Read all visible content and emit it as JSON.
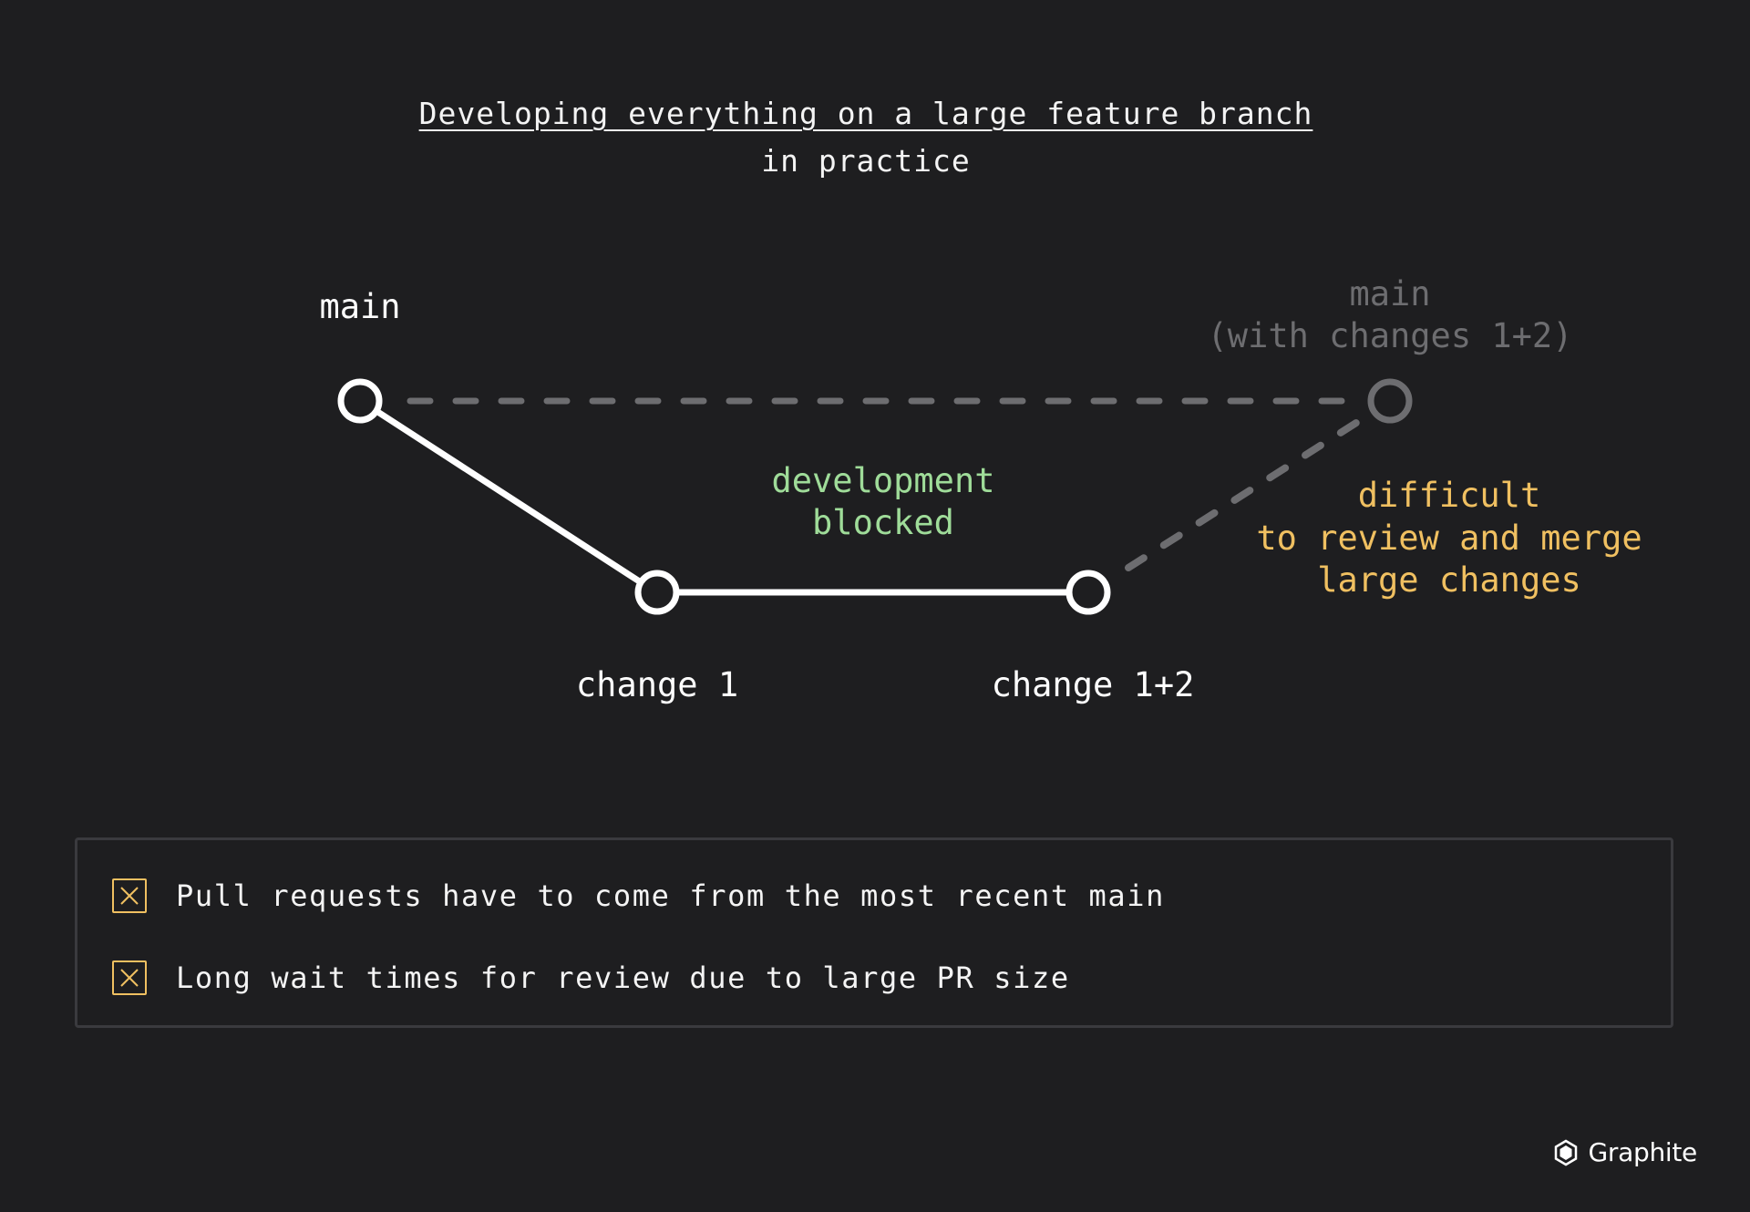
{
  "title": {
    "main": "Developing everything on a large feature branch",
    "sub": "in practice"
  },
  "diagram": {
    "nodes": {
      "main": "main",
      "change_1": "change 1",
      "change_1_2": "change 1+2",
      "main_future_line1": "main",
      "main_future_line2": "(with changes 1+2)"
    },
    "annotations": {
      "blocked_line1": "development",
      "blocked_line2": "blocked",
      "difficult_line1": "difficult",
      "difficult_line2": "to review and merge",
      "difficult_line3": "large changes"
    },
    "colors": {
      "primary": "#ffffff",
      "muted": "#6d6d70",
      "green": "#9fdc99",
      "yellow": "#f0c061",
      "background": "#1e1e20"
    }
  },
  "legend": {
    "items": [
      {
        "icon": "x-box-icon",
        "text": "Pull requests have to come from the most recent main"
      },
      {
        "icon": "x-box-icon",
        "text": "Long wait times for review due to large PR size"
      }
    ]
  },
  "brand": {
    "icon": "graphite-logo-icon",
    "name": "Graphite"
  }
}
